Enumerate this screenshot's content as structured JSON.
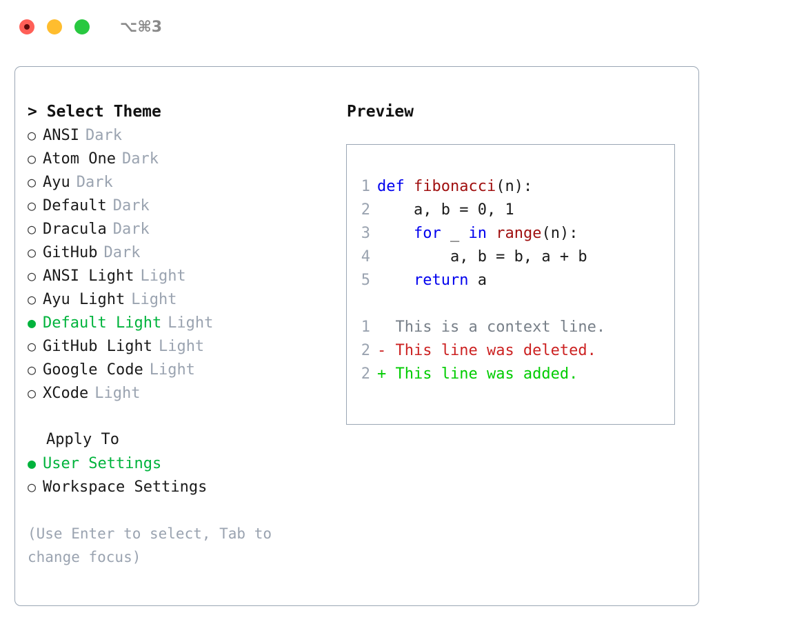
{
  "titlebar": {
    "shortcut": "⌥⌘3",
    "dots": [
      {
        "name": "close",
        "color": "#ff5f57"
      },
      {
        "name": "minimize",
        "color": "#ffbd2e"
      },
      {
        "name": "zoom",
        "color": "#28c840"
      }
    ]
  },
  "theme_picker": {
    "title": "> Select Theme",
    "options": [
      {
        "bullet": "○",
        "label": "ANSI",
        "tag": "Dark",
        "selected": false
      },
      {
        "bullet": "○",
        "label": "Atom One",
        "tag": "Dark",
        "selected": false
      },
      {
        "bullet": "○",
        "label": "Ayu",
        "tag": "Dark",
        "selected": false
      },
      {
        "bullet": "○",
        "label": "Default",
        "tag": "Dark",
        "selected": false
      },
      {
        "bullet": "○",
        "label": "Dracula",
        "tag": "Dark",
        "selected": false
      },
      {
        "bullet": "○",
        "label": "GitHub",
        "tag": "Dark",
        "selected": false
      },
      {
        "bullet": "○",
        "label": "ANSI Light",
        "tag": "Light",
        "selected": false
      },
      {
        "bullet": "○",
        "label": "Ayu Light",
        "tag": "Light",
        "selected": false
      },
      {
        "bullet": "●",
        "label": "Default Light",
        "tag": "Light",
        "selected": true
      },
      {
        "bullet": "○",
        "label": "GitHub Light",
        "tag": "Light",
        "selected": false
      },
      {
        "bullet": "○",
        "label": "Google Code",
        "tag": "Light",
        "selected": false
      },
      {
        "bullet": "○",
        "label": "XCode",
        "tag": "Light",
        "selected": false
      }
    ]
  },
  "apply_to": {
    "header": "Apply To",
    "options": [
      {
        "bullet": "●",
        "label": "User Settings",
        "selected": true
      },
      {
        "bullet": "○",
        "label": "Workspace Settings",
        "selected": false
      }
    ]
  },
  "hint": "(Use Enter to select, Tab to change focus)",
  "preview": {
    "title": "Preview",
    "code_lines": [
      {
        "lineno": "1",
        "tokens": [
          {
            "text": "def ",
            "type": "kw"
          },
          {
            "text": "fibonacci",
            "type": "fn"
          },
          {
            "text": "(n):",
            "type": "plain"
          }
        ]
      },
      {
        "lineno": "2",
        "tokens": [
          {
            "text": "    a, b = 0, 1",
            "type": "plain"
          }
        ]
      },
      {
        "lineno": "3",
        "tokens": [
          {
            "text": "    ",
            "type": "plain"
          },
          {
            "text": "for",
            "type": "kw"
          },
          {
            "text": " _ ",
            "type": "plain"
          },
          {
            "text": "in ",
            "type": "kw"
          },
          {
            "text": "range",
            "type": "fn"
          },
          {
            "text": "(n):",
            "type": "plain"
          }
        ]
      },
      {
        "lineno": "4",
        "tokens": [
          {
            "text": "        a, b = b, a + b",
            "type": "plain"
          }
        ]
      },
      {
        "lineno": "5",
        "tokens": [
          {
            "text": "    ",
            "type": "plain"
          },
          {
            "text": "return",
            "type": "kw"
          },
          {
            "text": " a",
            "type": "plain"
          }
        ]
      }
    ],
    "diff_lines": [
      {
        "lineno": "1",
        "marker": "  ",
        "text": "This is a context line.",
        "type": "ctx"
      },
      {
        "lineno": "2",
        "marker": "- ",
        "text": "This line was deleted.",
        "type": "del"
      },
      {
        "lineno": "2",
        "marker": "+ ",
        "text": "This line was added.",
        "type": "add"
      }
    ]
  },
  "colors": {
    "accent_green": "#00b33c",
    "muted_gray": "#9aa3b0",
    "border": "#9aa6b4",
    "keyword_blue": "#0000ee",
    "function_red": "#a01010",
    "diff_delete": "#cc2222",
    "diff_add": "#00cc00"
  }
}
